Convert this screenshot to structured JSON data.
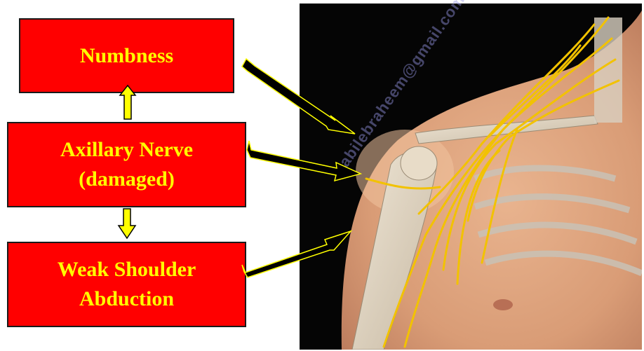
{
  "boxes": {
    "numbness": "Numbness",
    "axillary_line1": "Axillary Nerve",
    "axillary_line2": "(damaged)",
    "weak_line1": "Weak Shoulder",
    "weak_line2": "Abduction"
  },
  "watermark": "nabilebraheem@gmail.com",
  "colors": {
    "box_fill": "#ff0000",
    "box_text": "#ffff00",
    "arrow_fill": "#000000",
    "arrow_outline": "#ffff00",
    "nerve": "#f2c200",
    "background_photo": "#050505"
  }
}
